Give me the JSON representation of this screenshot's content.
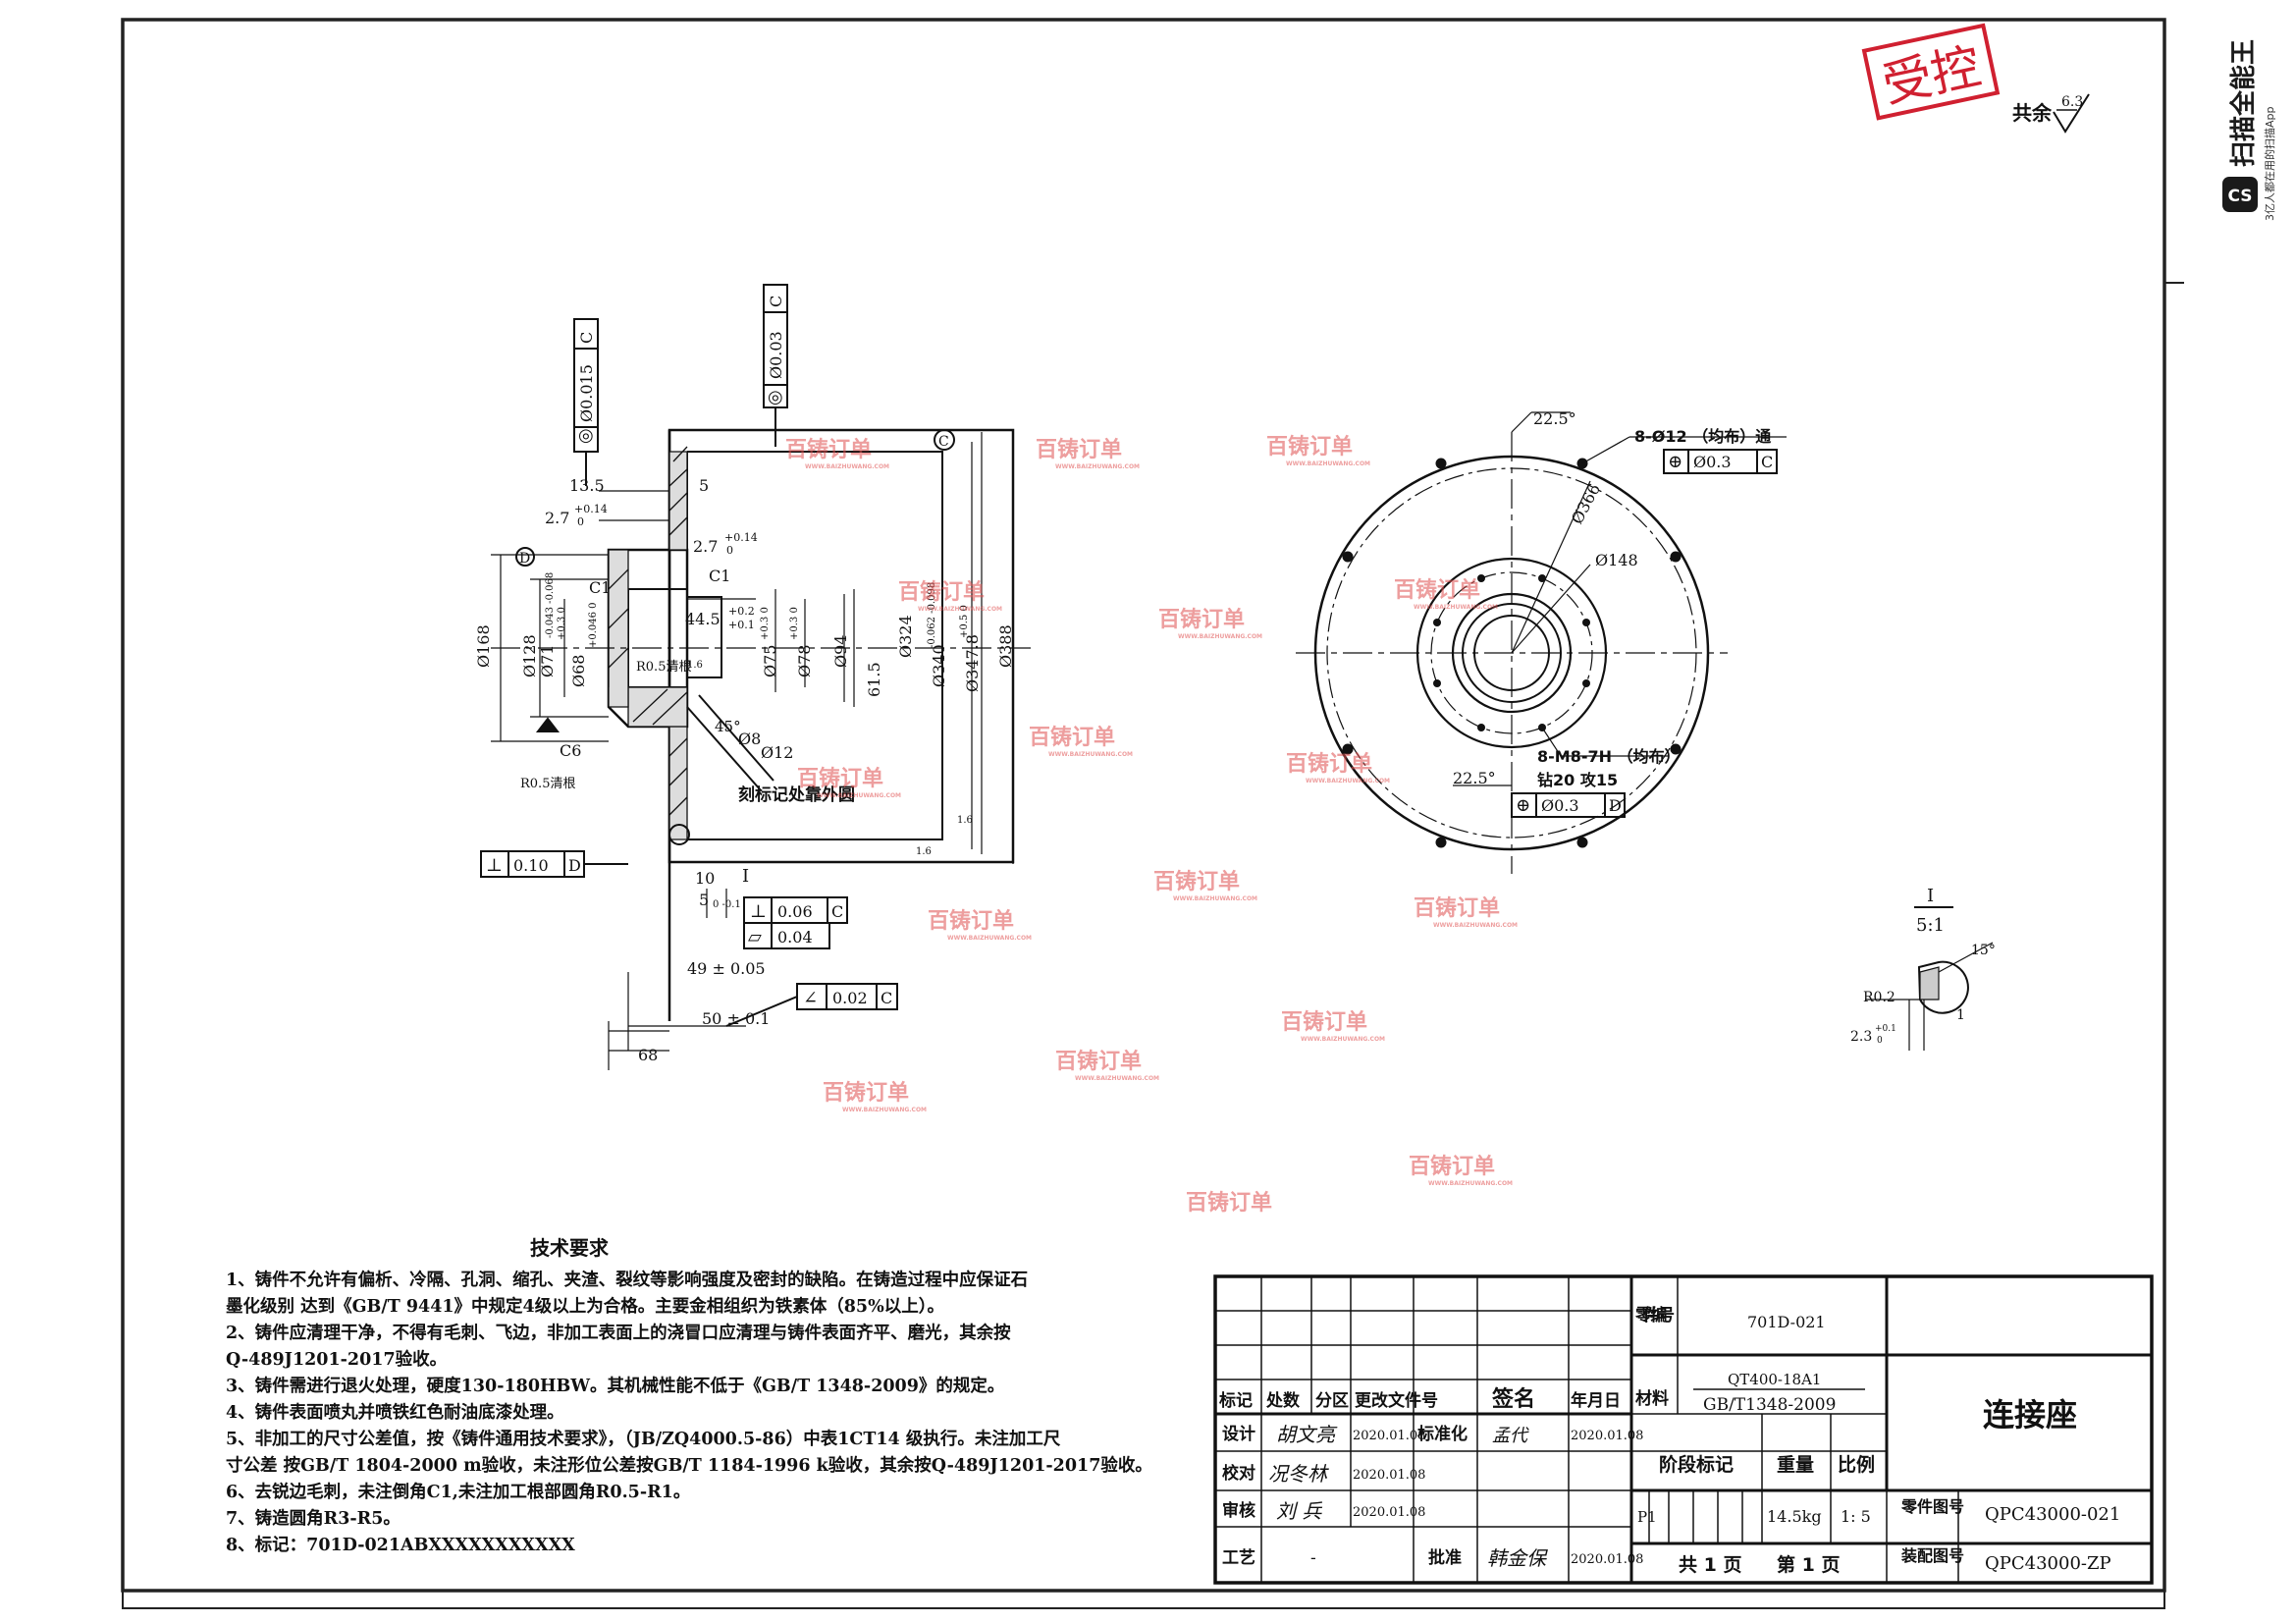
{
  "stamp": {
    "text": "受控"
  },
  "roughness": {
    "prefix": "共余",
    "value": "6.3"
  },
  "app_brand": {
    "name": "扫描全能王",
    "tagline": "3亿人都在用的扫描App",
    "logo": "CS"
  },
  "watermark": {
    "text": "百铸订单",
    "sub": "WWW.BAIZHUWANG.COM"
  },
  "section_view": {
    "frames": {
      "runout_a": {
        "sym": "◎",
        "tol": "Ø0.015",
        "ref": "C"
      },
      "runout_b": {
        "sym": "◎",
        "tol": "Ø0.03",
        "ref": "C"
      },
      "perp_d": {
        "sym": "⊥",
        "tol": "0.10",
        "ref": "D"
      },
      "perp_c": {
        "sym": "⊥",
        "tol": "0.06",
        "ref": "C"
      },
      "flat": {
        "sym": "▱",
        "tol": "0.04"
      },
      "angular_c": {
        "sym": "∠",
        "tol": "0.02",
        "ref": "C"
      }
    },
    "datums": {
      "d": "D",
      "c": "C",
      "i": "I"
    },
    "dims": {
      "d13_5": "13.5",
      "d2_7a": "2.7",
      "d2_7a_up": "+0.14",
      "d2_7a_lo": "0",
      "d5": "5",
      "d2_7b": "2.7",
      "d2_7b_up": "+0.14",
      "d2_7b_lo": "0",
      "c1a": "C1",
      "c1b": "C1",
      "d44_5": "44.5",
      "d44_5_up": "+0.2",
      "d44_5_lo": "+0.1",
      "d168": "Ø168",
      "d128": "Ø128",
      "d128_tol": "-0.043 -0.068",
      "d71": "Ø71",
      "d71_tol": "+0.3 0",
      "d68": "Ø68",
      "d68_tol": "+0.046 0",
      "d75": "Ø75",
      "d75_tol": "+0.3 0",
      "d78": "Ø78",
      "d78_tol": "+0.3 0",
      "d94": "Ø94",
      "d324": "Ø324",
      "d340": "Ø340",
      "d340_tol": "-0.062 -0.098",
      "d347_8": "Ø347.8",
      "d347_8_tol": "+0.5 0",
      "d388": "Ø388",
      "d61_5": "61.5",
      "r05a": "R0.5清根",
      "r05b": "R0.5清根",
      "c6": "C6",
      "d45": "45°",
      "d8": "Ø8",
      "d12": "Ø12",
      "marking": "刻标记处靠外圆",
      "d10": "10",
      "d5b": "5",
      "d5b_tol": "0 -0.1",
      "d49": "49 ± 0.05",
      "d50": "50 ± 0.1",
      "d68b": "68",
      "r16a": "1.6",
      "r16b": "1.6",
      "r16c": "1.6"
    }
  },
  "front_view": {
    "ang1": "22.5°",
    "ang2": "22.5°",
    "holes_note": "8-Ø12 （均布）通",
    "holes_frame": {
      "sym": "⊕",
      "tol": "Ø0.3",
      "ref": "C"
    },
    "pcd366": "Ø366",
    "pcd148": "Ø148",
    "thread_note": "8-M8-7H （均布）",
    "thread_depth": "钻20 攻15",
    "thread_frame": {
      "sym": "⊕",
      "tol": "Ø0.3",
      "ref": "D"
    }
  },
  "detail_view": {
    "label": "I",
    "scale": "5:1",
    "r02": "R0.2",
    "d15": "15°",
    "d1": "1",
    "d2_3": "2.3",
    "d2_3_up": "+0.1",
    "d2_3_lo": "0"
  },
  "tech_requirements": {
    "title": "技术要求",
    "lines": [
      "1、铸件不允许有偏析、冷隔、孔洞、缩孔、夹渣、裂纹等影响强度及密封的缺陷。在铸造过程中应保证石",
      "   墨化级别 达到《GB/T 9441》中规定4级以上为合格。主要金相组织为铁素体（85%以上）。",
      "2、铸件应清理干净，不得有毛刺、飞边，非加工表面上的浇冒口应清理与铸件表面齐平、磨光，其余按",
      "   Q-489J1201-2017验收。",
      "3、铸件需进行退火处理，硬度130-180HBW。其机械性能不低于《GB/T 1348-2009》的规定。",
      "4、铸件表面喷丸并喷铁红色耐油底漆处理。",
      "5、非加工的尺寸公差值，按《铸件通用技术要求》，（JB/ZQ4000.5-86）中表1CT14 级执行。未注加工尺",
      "   寸公差 按GB/T 1804-2000 m验收，未注形位公差按GB/T 1184-1996 k验收，其余按Q-489J1201-2017验收。",
      "6、去锐边毛刺，未注倒角C1,未注加工根部圆角R0.5-R1。",
      "7、铸造圆角R3-R5。",
      "8、标记：701D-021ABXXXXXXXXXXX"
    ]
  },
  "title_block": {
    "hdr_mark": "标记",
    "hdr_count": "处数",
    "hdr_zone": "分区",
    "hdr_doc": "更改文件号",
    "hdr_sign": "签名",
    "hdr_date": "年月日",
    "design_lbl": "设计",
    "design_name": "胡文亮",
    "design_date": "2020.01.08",
    "std_lbl": "标准化",
    "std_name": "孟代",
    "std_date": "2020.01.08",
    "check_lbl": "校对",
    "check_name": "况冬林",
    "check_date": "2020.01.08",
    "review_lbl": "审核",
    "review_name": "刘 兵",
    "review_date": "2020.01.08",
    "process_lbl": "工艺",
    "process_name": "-",
    "approve_lbl": "批准",
    "approve_name": "韩金保",
    "approve_date": "2020.01.08",
    "part_no_lbl": "零件编号",
    "part_no": "701D-021",
    "material_lbl": "材料",
    "material_1": "QT400-18A1",
    "material_2": "GB/T1348-2009",
    "part_name": "连接座",
    "stage_lbl": "阶段标记",
    "weight_lbl": "重量",
    "scale_lbl": "比例",
    "stage": "P1",
    "weight": "14.5kg",
    "scale": "1: 5",
    "drawing_no_lbl": "零件图号",
    "drawing_no": "QPC43000-021",
    "assembly_no_lbl": "装配图号",
    "assembly_no": "QPC43000-ZP",
    "sheets": "共 1 页",
    "sheet": "第 1 页"
  }
}
